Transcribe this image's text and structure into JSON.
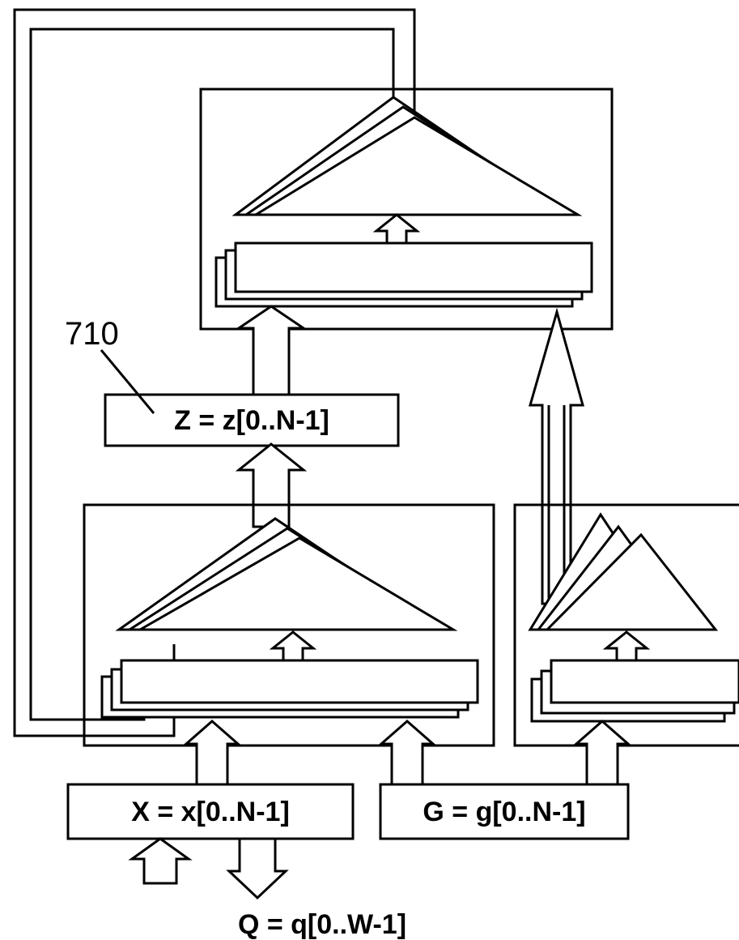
{
  "labels": {
    "ref": "710",
    "z": "Z = z[0..N-1]",
    "x": "X = x[0..N-1]",
    "g": "G = g[0..N-1]",
    "q": "Q = q[0..W-1]"
  }
}
